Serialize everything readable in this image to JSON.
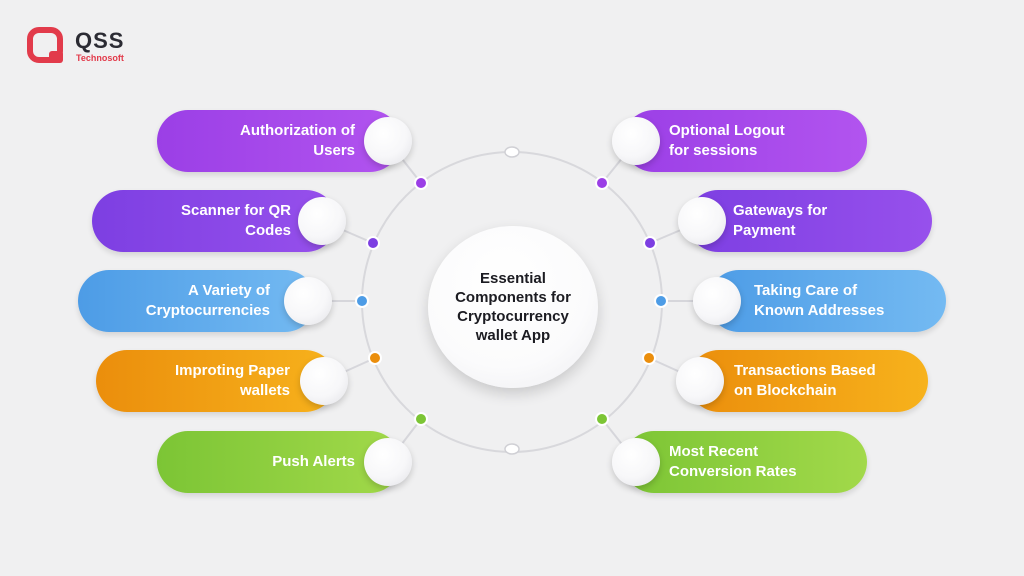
{
  "brand": {
    "name": "QSS",
    "subtitle": "Technosoft",
    "logo_icon": "q-logo-icon",
    "accent_color": "#e23b4b"
  },
  "center": {
    "title": "Essential Components for Cryptocurrency wallet App"
  },
  "left_items": [
    {
      "label": "Authorization of Users",
      "color": "#a64aea",
      "dot_color": "#9b3fe6"
    },
    {
      "label": "Scanner for QR Codes",
      "color": "#8a48e8",
      "dot_color": "#7d3fe2"
    },
    {
      "label": "A Variety of Cryptocurrencies",
      "color": "#5fa9ec",
      "dot_color": "#4d9ce6"
    },
    {
      "label": "Improting Paper wallets",
      "color": "#f0a014",
      "dot_color": "#eb8e0c"
    },
    {
      "label": "Push Alerts",
      "color": "#8fcf40",
      "dot_color": "#7cc535"
    }
  ],
  "right_items": [
    {
      "label": "Optional Logout for sessions",
      "color": "#a64aea",
      "dot_color": "#9b3fe6"
    },
    {
      "label": "Gateways for Payment",
      "color": "#8a48e8",
      "dot_color": "#7d3fe2"
    },
    {
      "label": "Taking Care of Known Addresses",
      "color": "#5fa9ec",
      "dot_color": "#4d9ce6"
    },
    {
      "label": "Transactions Based on Blockchain",
      "color": "#f0a014",
      "dot_color": "#eb8e0c"
    },
    {
      "label": "Most Recent Conversion Rates",
      "color": "#8fcf40",
      "dot_color": "#7cc535"
    }
  ]
}
